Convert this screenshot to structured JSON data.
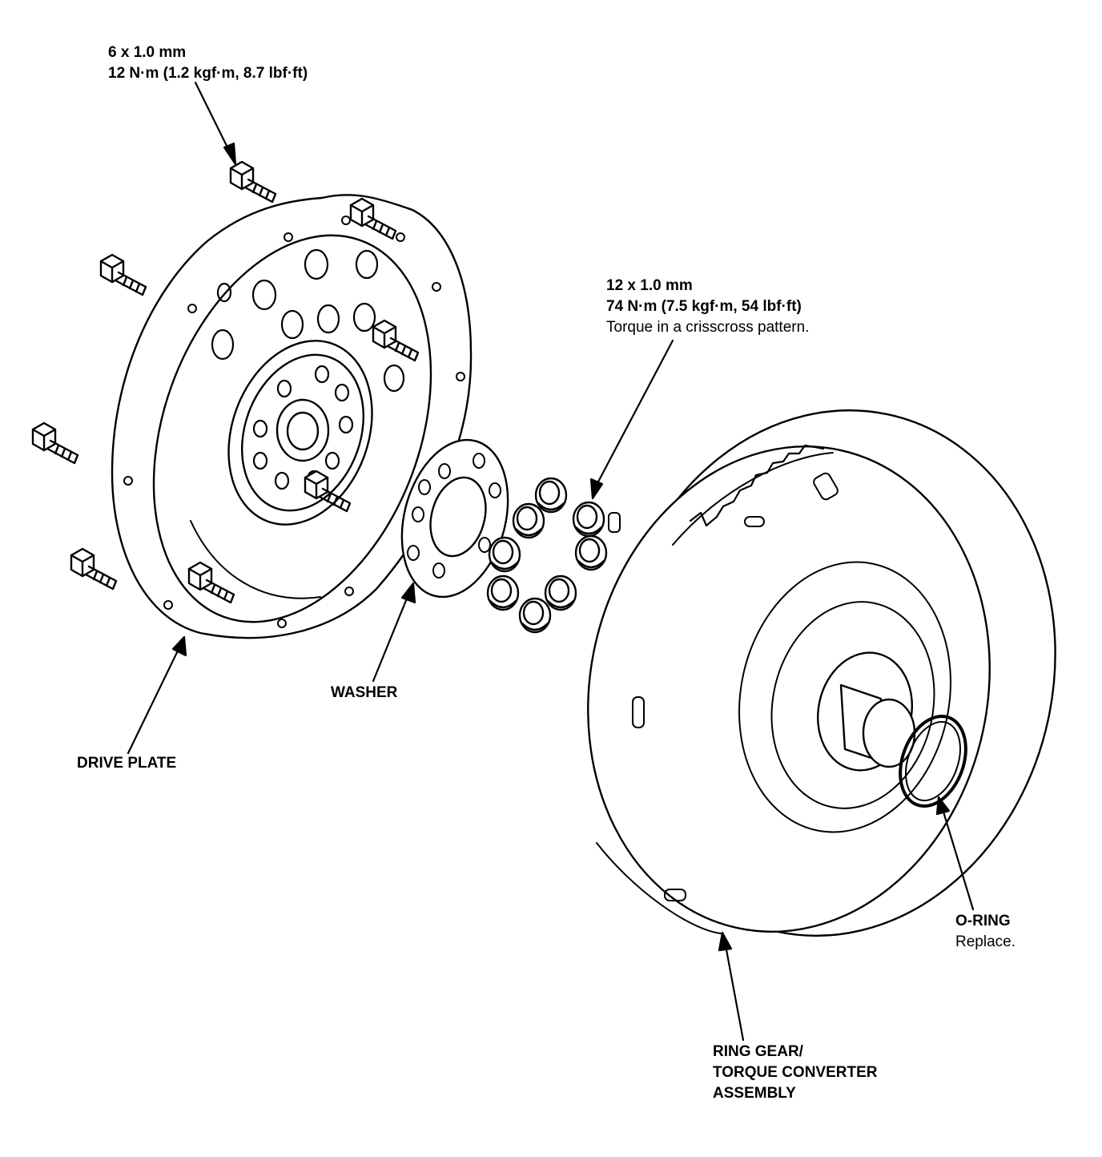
{
  "colors": {
    "ink": "#000000",
    "paper": "#ffffff"
  },
  "callouts": {
    "small_bolt": {
      "size": "6 x 1.0 mm",
      "torque": "12 N·m (1.2 kgf·m, 8.7 lbf·ft)"
    },
    "large_bolt": {
      "size": "12 x 1.0 mm",
      "torque": "74 N·m (7.5 kgf·m, 54 lbf·ft)",
      "note": "Torque in a crisscross pattern."
    },
    "washer": {
      "label": "WASHER"
    },
    "drive_plate": {
      "label": "DRIVE PLATE"
    },
    "o_ring": {
      "label": "O-RING",
      "note": "Replace."
    },
    "ring_gear": {
      "line1": "RING GEAR/",
      "line2": "TORQUE CONVERTER",
      "line3": "ASSEMBLY"
    }
  }
}
